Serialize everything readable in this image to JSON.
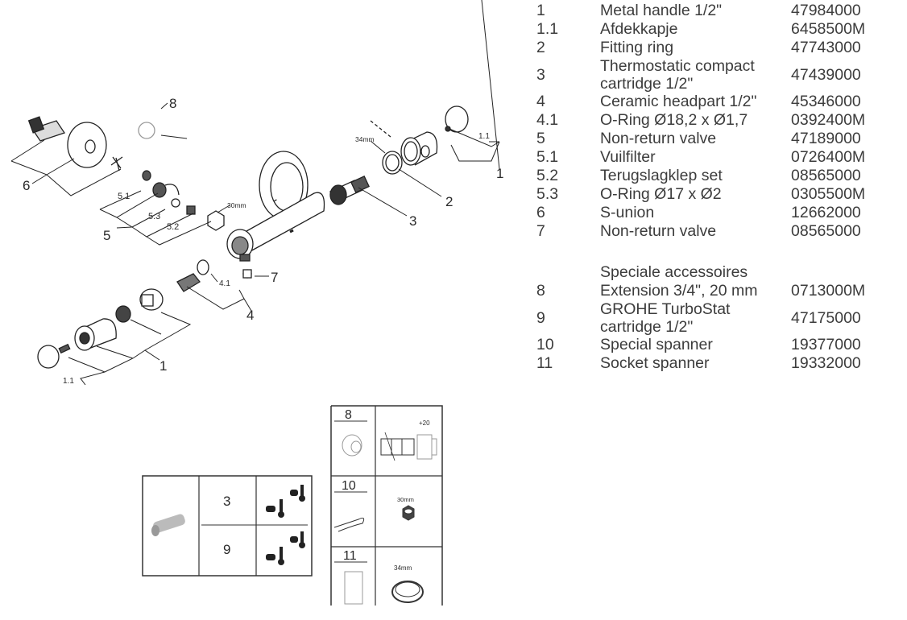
{
  "diagram": {
    "callouts": {
      "c8_top": "8",
      "c6": "6",
      "c5_1": "5.1",
      "c5_3": "5.3",
      "c5_2": "5.2",
      "c5": "5",
      "c30mm": "30mm",
      "c34mm": "34mm",
      "c1_1_right": "1.1",
      "c1_right": "1",
      "c2": "2",
      "c3": "3",
      "c4_1": "4.1",
      "c7": "7",
      "c4": "4",
      "c1_left": "1",
      "c1_1_left": "1.1"
    },
    "cartridge_table": {
      "row1": "3",
      "row2": "9"
    },
    "accessory_table": {
      "r8": "8",
      "r8_dim": "+20",
      "r10": "10",
      "r10_size": "30mm",
      "r11": "11",
      "r11_size": "34mm"
    }
  },
  "parts": [
    {
      "num": "1",
      "desc": "Metal handle 1/2\"",
      "code": "47984000"
    },
    {
      "num": "1.1",
      "desc": "Afdekkapje",
      "code": "6458500M"
    },
    {
      "num": "2",
      "desc": "Fitting ring",
      "code": "47743000"
    },
    {
      "num": "3",
      "desc": "Thermostatic compact cartridge 1/2\"",
      "code": "47439000"
    },
    {
      "num": "4",
      "desc": "Ceramic headpart 1/2\"",
      "code": "45346000"
    },
    {
      "num": "4.1",
      "desc": "O-Ring Ø18,2 x Ø1,7",
      "code": "0392400M"
    },
    {
      "num": "5",
      "desc": "Non-return valve",
      "code": "47189000"
    },
    {
      "num": "5.1",
      "desc": "Vuilfilter",
      "code": "0726400M"
    },
    {
      "num": "5.2",
      "desc": "Terugslagklep set",
      "code": "08565000"
    },
    {
      "num": "5.3",
      "desc": "O-Ring Ø17 x Ø2",
      "code": "0305500M"
    },
    {
      "num": "6",
      "desc": "S-union",
      "code": "12662000"
    },
    {
      "num": "7",
      "desc": "Non-return valve",
      "code": "08565000"
    }
  ],
  "accessories_heading": "Speciale accessoires",
  "accessories": [
    {
      "num": "8",
      "desc": "Extension 3/4\", 20 mm",
      "code": "0713000M"
    },
    {
      "num": "9",
      "desc": "GROHE TurboStat cartridge 1/2\"",
      "code": "47175000"
    },
    {
      "num": "10",
      "desc": "Special spanner",
      "code": "19377000"
    },
    {
      "num": "11",
      "desc": "Socket spanner",
      "code": "19332000"
    }
  ]
}
